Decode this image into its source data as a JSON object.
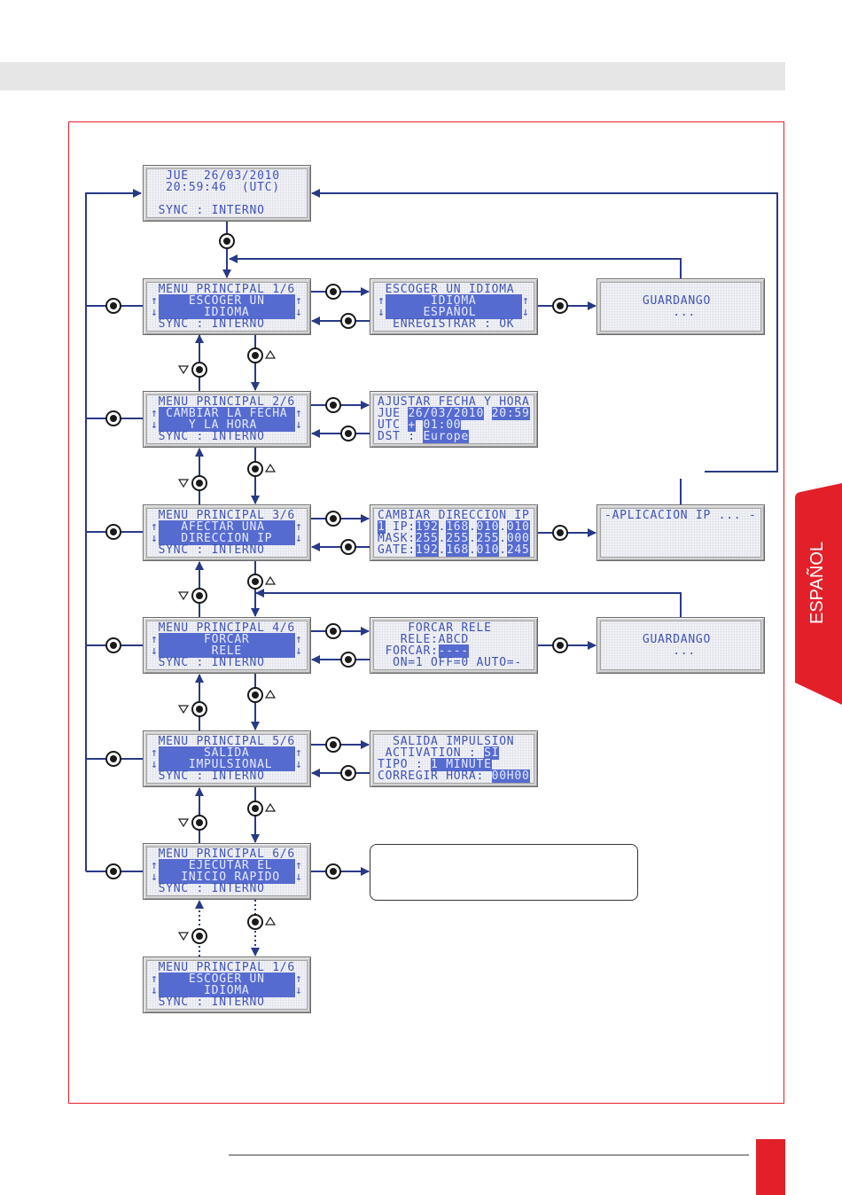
{
  "page": {
    "side_tab": "ESPAÑOL"
  },
  "colors": {
    "lcd_text": "#3f53b6",
    "lcd_highlight": "#566bcf",
    "arrow": "#283a86",
    "frame_red": "#e3202a",
    "tab_red": "#e3202a"
  },
  "screens": {
    "home": {
      "lines": [
        [
          {
            "t": "  JUE  26/03/2010"
          }
        ],
        [
          {
            "t": "  20:59:46  (UTC)"
          }
        ],
        [],
        [
          {
            "t": " SYNC : INTERNO"
          }
        ]
      ]
    },
    "menu_1": {
      "lines": [
        [
          {
            "t": " MENU PRINCIPAL 1/6"
          }
        ],
        [
          {
            "t": "↑"
          },
          {
            "t": "    ESCOGER UN    ",
            "hl": true
          },
          {
            "t": "↑"
          }
        ],
        [
          {
            "t": "↓"
          },
          {
            "t": "      IDIOMA      ",
            "hl": true
          },
          {
            "t": "↓"
          }
        ],
        [
          {
            "t": " SYNC : INTERNO"
          }
        ]
      ]
    },
    "language": {
      "lines": [
        [
          {
            "t": " ESCOGER UN IDIOMA"
          }
        ],
        [
          {
            "t": "↑"
          },
          {
            "t": "      IDIOMA      ",
            "hl": true
          },
          {
            "t": "↑"
          }
        ],
        [
          {
            "t": "↓"
          },
          {
            "t": "     ESPAÑOL      ",
            "hl": true
          },
          {
            "t": "↓"
          }
        ],
        [
          {
            "t": "  ENREGISTRAR : OK"
          }
        ]
      ]
    },
    "saving_1": {
      "lines": [
        [],
        [
          {
            "t": "     GUARDANGO"
          }
        ],
        [
          {
            "t": "         ..."
          }
        ],
        []
      ]
    },
    "menu_2": {
      "lines": [
        [
          {
            "t": " MENU PRINCIPAL 2/6"
          }
        ],
        [
          {
            "t": "↑"
          },
          {
            "t": " CAMBIAR LA FECHA ",
            "hl": true
          },
          {
            "t": "↑"
          }
        ],
        [
          {
            "t": "↓"
          },
          {
            "t": "    Y LA HORA     ",
            "hl": true
          },
          {
            "t": "↓"
          }
        ],
        [
          {
            "t": " SYNC : INTERNO"
          }
        ]
      ]
    },
    "date_time": {
      "lines": [
        [
          {
            "t": "AJUSTAR FECHA Y HORA"
          }
        ],
        [
          {
            "t": "JUE "
          },
          {
            "t": "26/03/2010",
            "hl": true
          },
          {
            "t": " "
          },
          {
            "t": "20:59",
            "hl": true
          }
        ],
        [
          {
            "t": "UTC "
          },
          {
            "t": "+",
            "hl": true
          },
          {
            "t": " "
          },
          {
            "t": "01:00",
            "hl": true
          }
        ],
        [
          {
            "t": "DST : "
          },
          {
            "t": "Europe",
            "hl": true
          }
        ]
      ]
    },
    "menu_3": {
      "lines": [
        [
          {
            "t": " MENU PRINCIPAL 3/6"
          }
        ],
        [
          {
            "t": "↑"
          },
          {
            "t": "   AFECTAR UNA    ",
            "hl": true
          },
          {
            "t": "↑"
          }
        ],
        [
          {
            "t": "↓"
          },
          {
            "t": "   DIRECCION IP   ",
            "hl": true
          },
          {
            "t": "↓"
          }
        ],
        [
          {
            "t": " SYNC : INTERNO"
          }
        ]
      ]
    },
    "ip_address": {
      "lines": [
        [
          {
            "t": "CAMBIAR DIRECCION IP"
          }
        ],
        [
          {
            "t": "1",
            "hl": true
          },
          {
            "t": " IP:"
          },
          {
            "t": "192",
            "hl": true
          },
          {
            "t": "."
          },
          {
            "t": "168",
            "hl": true
          },
          {
            "t": "."
          },
          {
            "t": "010",
            "hl": true
          },
          {
            "t": "."
          },
          {
            "t": "010",
            "hl": true
          }
        ],
        [
          {
            "t": "MASK:"
          },
          {
            "t": "255",
            "hl": true
          },
          {
            "t": "."
          },
          {
            "t": "255",
            "hl": true
          },
          {
            "t": "."
          },
          {
            "t": "255",
            "hl": true
          },
          {
            "t": "."
          },
          {
            "t": "000",
            "hl": true
          }
        ],
        [
          {
            "t": "GATE:"
          },
          {
            "t": "192",
            "hl": true
          },
          {
            "t": "."
          },
          {
            "t": "168",
            "hl": true
          },
          {
            "t": "."
          },
          {
            "t": "010",
            "hl": true
          },
          {
            "t": "."
          },
          {
            "t": "245",
            "hl": true
          }
        ]
      ]
    },
    "apply_ip": {
      "lines": [
        [
          {
            "t": "-APLICACION IP ... -"
          }
        ],
        [],
        [],
        []
      ]
    },
    "menu_4": {
      "lines": [
        [
          {
            "t": " MENU PRINCIPAL 4/6"
          }
        ],
        [
          {
            "t": "↑"
          },
          {
            "t": "      FORCAR      ",
            "hl": true
          },
          {
            "t": "↑"
          }
        ],
        [
          {
            "t": "↓"
          },
          {
            "t": "       RELE       ",
            "hl": true
          },
          {
            "t": "↓"
          }
        ],
        [
          {
            "t": " SYNC : INTERNO"
          }
        ]
      ]
    },
    "force_relay": {
      "lines": [
        [
          {
            "t": "    FORCAR RELE"
          }
        ],
        [
          {
            "t": "   RELE:ABCD"
          }
        ],
        [
          {
            "t": " FORCAR:"
          },
          {
            "t": "----",
            "hl": true
          }
        ],
        [
          {
            "t": "  ON=1 OFF=0 AUTO=-"
          }
        ]
      ]
    },
    "saving_2": {
      "lines": [
        [],
        [
          {
            "t": "     GUARDANGO"
          }
        ],
        [
          {
            "t": "         ..."
          }
        ],
        []
      ]
    },
    "menu_5": {
      "lines": [
        [
          {
            "t": " MENU PRINCIPAL 5/6"
          }
        ],
        [
          {
            "t": "↑"
          },
          {
            "t": "      SALIDA      ",
            "hl": true
          },
          {
            "t": "↑"
          }
        ],
        [
          {
            "t": "↓"
          },
          {
            "t": "    IMPULSIONAL   ",
            "hl": true
          },
          {
            "t": "↓"
          }
        ],
        [
          {
            "t": " SYNC : INTERNO"
          }
        ]
      ]
    },
    "pulse_output": {
      "lines": [
        [
          {
            "t": "  SALIDA IMPULSION"
          }
        ],
        [
          {
            "t": " ACTIVATION : "
          },
          {
            "t": "SI",
            "hl": true
          }
        ],
        [
          {
            "t": "TIPO : "
          },
          {
            "t": "1 MINUTE",
            "hl": true
          }
        ],
        [
          {
            "t": "CORREGIR HORA: "
          },
          {
            "t": "00H00",
            "hl": true
          }
        ]
      ]
    },
    "menu_6": {
      "lines": [
        [
          {
            "t": " MENU PRINCIPAL 6/6"
          }
        ],
        [
          {
            "t": "↑"
          },
          {
            "t": "    EJECUTAR EL   ",
            "hl": true
          },
          {
            "t": "↑"
          }
        ],
        [
          {
            "t": "↓"
          },
          {
            "t": "   INICIO RAPIDO  ",
            "hl": true
          },
          {
            "t": "↓"
          }
        ],
        [
          {
            "t": " SYNC : INTERNO"
          }
        ]
      ]
    },
    "menu_1_repeat": {
      "lines": [
        [
          {
            "t": " MENU PRINCIPAL 1/6"
          }
        ],
        [
          {
            "t": "↑"
          },
          {
            "t": "    ESCOGER UN    ",
            "hl": true
          },
          {
            "t": "↑"
          }
        ],
        [
          {
            "t": "↓"
          },
          {
            "t": "      IDIOMA      ",
            "hl": true
          },
          {
            "t": "↓"
          }
        ],
        [
          {
            "t": " SYNC : INTERNO"
          }
        ]
      ]
    }
  }
}
